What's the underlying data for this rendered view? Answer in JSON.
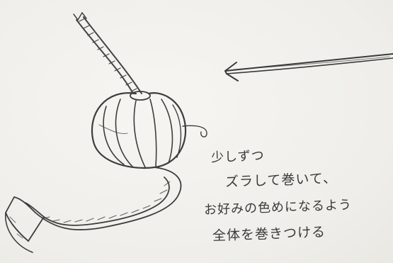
{
  "annotation": {
    "lines": [
      "少しずつ",
      "ズラして巻いて、",
      "お好みの色めになるよう",
      "全体を巻きつける"
    ]
  },
  "colors": {
    "paper": "#f1f0ec",
    "pencil": "#3a3a3a"
  },
  "icons": [
    "tassel-ball-illustration",
    "direction-arrow"
  ]
}
